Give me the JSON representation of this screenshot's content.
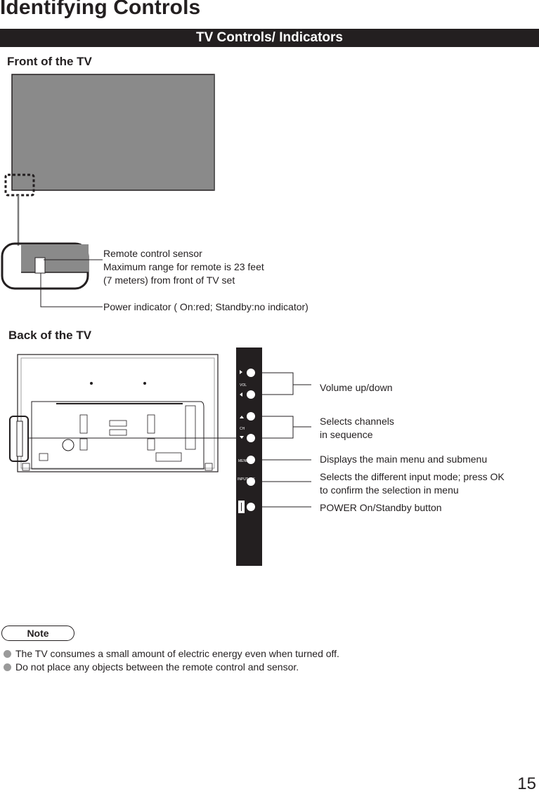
{
  "page": {
    "title": "Identifying Controls",
    "section_title": "TV Controls/ Indicators",
    "page_number": "15"
  },
  "front": {
    "heading": "Front of the TV",
    "sensor_label_line1": "Remote control sensor",
    "sensor_label_line2": "Maximum range for remote is 23 feet",
    "sensor_label_line3": "(7 meters) from front of TV set",
    "power_indicator_label": "Power indicator ( On:red; Standby:no indicator)"
  },
  "back": {
    "heading": "Back of the TV",
    "panel_labels": {
      "vol": "VOL",
      "ch": "CH",
      "menu": "MENU",
      "input": "INPUT /OK"
    },
    "controls": [
      {
        "label": "Volume up/down"
      },
      {
        "label_line1": "Selects channels",
        "label_line2": "in sequence"
      },
      {
        "label": "Displays the main menu and submenu"
      },
      {
        "label_line1": "Selects the different input mode; press OK",
        "label_line2": "to confirm the selection in menu"
      },
      {
        "label": "POWER On/Standby button"
      }
    ]
  },
  "note": {
    "heading": "Note",
    "items": [
      "The TV consumes a small amount of electric energy even when turned off.",
      "Do not place any objects between the remote control and sensor."
    ]
  },
  "colors": {
    "ink": "#231f20",
    "screen_gray": "#8a8a8a",
    "bullet_gray": "#9a9a9a"
  }
}
